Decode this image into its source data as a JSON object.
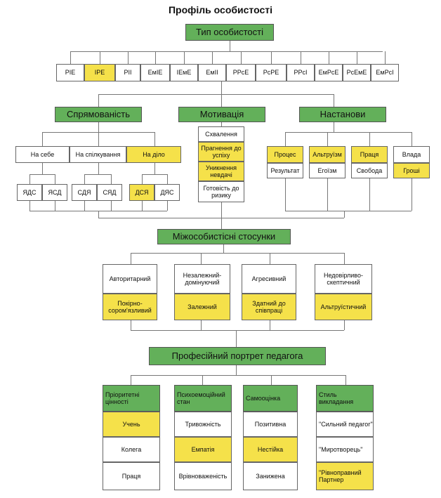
{
  "title": "Профіль особистості",
  "personality_type": {
    "header": "Тип особистості",
    "types": [
      "PIE",
      "IPE",
      "PII",
      "EмIE",
      "IEмE",
      "EмII",
      "PPcE",
      "PcPE",
      "PPcI",
      "EмPcE",
      "PcEмE",
      "EмPcI"
    ]
  },
  "spryamovanist": {
    "header": "Спрямованість",
    "level1": [
      "На себе",
      "На спілкування",
      "На діло"
    ],
    "level2": [
      "ЯДС",
      "ЯСД",
      "СДЯ",
      "СЯД",
      "ДСЯ",
      "ДЯС"
    ]
  },
  "motyvatsiya": {
    "header": "Мотивація",
    "items": [
      "Схвалення",
      "Прагнення до успіху",
      "Уникнення невдачі",
      "Готовість до ризику"
    ]
  },
  "nastanovy": {
    "header": "Настанови",
    "pairs": [
      {
        "top": "Процес",
        "bottom": "Результат"
      },
      {
        "top": "Альтруїзм",
        "bottom": "Егоїзм"
      },
      {
        "top": "Праця",
        "bottom": "Свобода"
      },
      {
        "top": "Влада",
        "bottom": "Гроші"
      }
    ]
  },
  "interpersonal": {
    "header": "Міжособистісні стосунки",
    "pairs": [
      {
        "top": "Авторитарний",
        "bottom": "Покірно-сором'язливий"
      },
      {
        "top": "Незалежний-домінуючий",
        "bottom": "Залежний"
      },
      {
        "top": "Агресивний",
        "bottom": "Здатний до співпраці"
      },
      {
        "top": "Недовірливо-скептичний",
        "bottom": "Альтруїстичний"
      }
    ]
  },
  "professional": {
    "header": "Професійний портрет педагога",
    "columns": [
      {
        "head": "Пріоритетні цінності",
        "items": [
          "Учень",
          "Колега",
          "Праця"
        ]
      },
      {
        "head": "Психоемоційний стан",
        "items": [
          "Тривожність",
          "Емпатія",
          "Врівноваженість"
        ]
      },
      {
        "head": "Самооцінка",
        "items": [
          "Позитивна",
          "Нестійка",
          "Занижена"
        ]
      },
      {
        "head": "Стиль викладання",
        "items": [
          "\"Сильний педагог\"",
          "\"Миротворець\"",
          "\"Рівноправний Партнер"
        ]
      }
    ]
  },
  "colors": {
    "green": "#63b05a",
    "yellow": "#f5e14a",
    "line": "#777777"
  }
}
